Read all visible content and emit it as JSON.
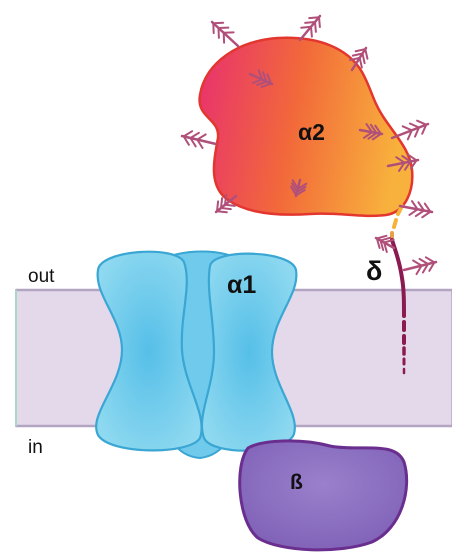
{
  "labels": {
    "outside": "out",
    "inside": "in",
    "alpha1": "α1",
    "alpha2": "α2",
    "beta": "ß",
    "delta": "δ"
  },
  "colors": {
    "membrane_fill": "#e3d9ea",
    "membrane_edge": "#b9a9c8",
    "alpha1_fill": "#7fd3ee",
    "alpha1_stroke": "#3aa6d3",
    "alpha1_core": "#4fb9e6",
    "alpha2_gradient": [
      "#e8306f",
      "#f26a3a",
      "#f7a83b"
    ],
    "alpha2_stroke": "#e2362f",
    "beta_fill": "#8b6fc0",
    "beta_stroke": "#6a2f8e",
    "glycan_color": "#b0507a",
    "delta_color": "#8b1a50",
    "dash_color": "#f6b23b"
  }
}
